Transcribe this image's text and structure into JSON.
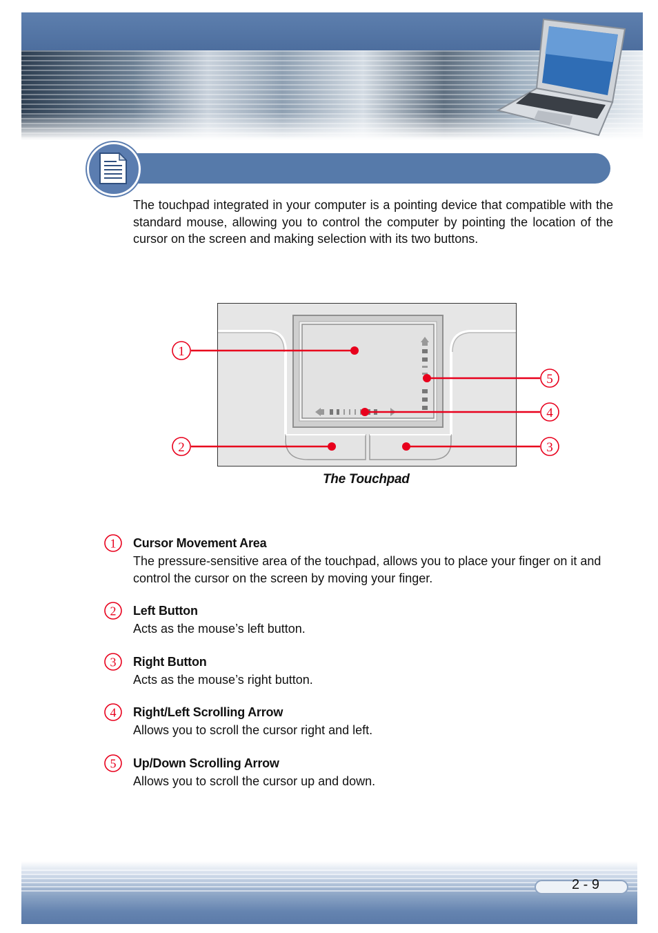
{
  "intro": "The touchpad integrated in your computer is a pointing device that compatible with the standard mouse, allowing you to control the computer by pointing the location of the cursor on the screen and making selection with its two buttons.",
  "figure": {
    "caption": "The Touchpad"
  },
  "items": [
    {
      "number": "1",
      "title": "Cursor Movement Area",
      "description": "The pressure-sensitive area of the touchpad, allows you to place your finger on it and control the cursor on the screen by moving your finger."
    },
    {
      "number": "2",
      "title": "Left Button",
      "description": "Acts as the mouse’s left button."
    },
    {
      "number": "3",
      "title": "Right Button",
      "description": "Acts as the mouse’s right button."
    },
    {
      "number": "4",
      "title": "Right/Left Scrolling Arrow",
      "description": "Allows you to scroll the cursor right and left."
    },
    {
      "number": "5",
      "title": "Up/Down Scrolling Arrow",
      "description": "Allows you to scroll the cursor up and down."
    }
  ],
  "footer": {
    "page_number": "2 - 9"
  },
  "colors": {
    "header_blue": "#567aaa",
    "callout_red": "#e8001c"
  }
}
